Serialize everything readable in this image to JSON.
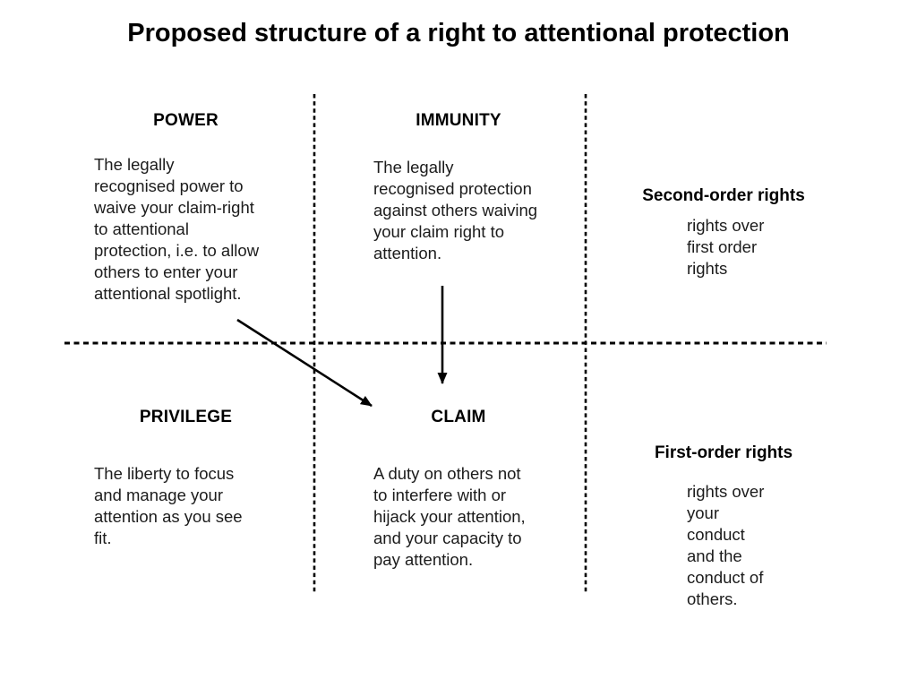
{
  "title": "Proposed structure of a right to attentional protection",
  "quadrants": {
    "power": {
      "heading": "POWER",
      "body_lines": [
        "The legally",
        "recognised power to",
        "waive your claim-right",
        "to attentional",
        "protection, i.e. to allow",
        "others to enter your",
        "attentional spotlight."
      ]
    },
    "immunity": {
      "heading": "IMMUNITY",
      "body_lines": [
        "The legally",
        "recognised protection",
        "against others waiving",
        "your claim right to",
        "attention."
      ]
    },
    "privilege": {
      "heading": "PRIVILEGE",
      "body_lines": [
        "The liberty to focus",
        "and manage your",
        "attention as you see",
        "fit."
      ]
    },
    "claim": {
      "heading": "CLAIM",
      "body_lines": [
        "A duty on others not",
        "to interfere with or",
        "hijack your attention,",
        "and your capacity to",
        "pay attention."
      ]
    }
  },
  "side_labels": {
    "second_order": {
      "heading": "Second-order rights",
      "body_lines": [
        "rights over",
        "first order",
        "rights"
      ]
    },
    "first_order": {
      "heading": "First-order rights",
      "body_lines": [
        "rights over",
        "your",
        "conduct",
        "and the",
        "conduct of",
        "others."
      ]
    }
  },
  "connections": [
    {
      "from": "power",
      "to": "claim",
      "style": "arrow"
    },
    {
      "from": "immunity",
      "to": "claim",
      "style": "arrow"
    }
  ],
  "colors": {
    "background": "#ffffff",
    "text": "#000000",
    "body_text": "#1c1c1c",
    "lines": "#000000"
  }
}
